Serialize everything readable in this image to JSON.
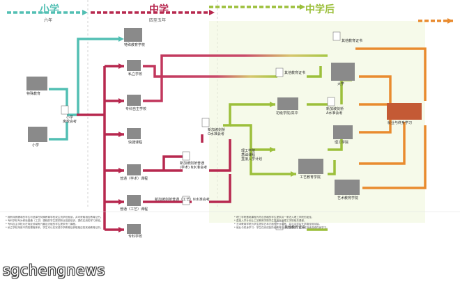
{
  "headers": {
    "primary": {
      "title": "小学",
      "sub": "六年"
    },
    "secondary": {
      "title": "中学",
      "sub": "四至五年"
    },
    "post": {
      "title": "中学后"
    }
  },
  "nodes": {
    "special_ed": "特殊教育",
    "primary_school": "小学",
    "psle": "小学\n离校会考",
    "special_ed_school": "特殊教育学校",
    "private_school": "私立学校",
    "specialized_indep": "专科自主学校",
    "express": "快捷课程",
    "normal_academic": "普通（学术）课程",
    "normal_technical": "普通（工艺）课程",
    "specialized": "专科学校",
    "o_level": "新加坡剑桥\nO水准会考",
    "n_academic": "新加坡剑桥普通\n(学术) N水准会考",
    "n_technical": "新加坡剑桥普通（工艺）N水准会考",
    "junior_college": "初级学院/高中",
    "a_level": "新加坡剑桥\nA水准会考",
    "university": "大学",
    "other_cert_top": "其他教育证书",
    "other_cert_mid": "其他教育证书",
    "other_cert_bottom": "其他教育证书",
    "polytechnic": "理工学院",
    "poly_foundation": "理工学院\n基础课程",
    "direct_entry": "直接入学计划",
    "ite": "工艺教育学院",
    "arts": "艺术教育学院",
    "lifelong": "就业与终身学习"
  },
  "notes": {
    "left": [
      "* 拥有特殊需求的学生可选择在特殊教育学校或主流学校就读，并可获取相应教育证书。",
      "* 专科学校专为修读普通（工艺）课程的学生提供职业技能培训，提供实用的学习体验。",
      "* 专科自主学校为在特定领域有兴趣及天赋的学生提供专门课程。",
      "* 私立学校采用不同的课程体系，学生可以在完成中学教育后获取相应的其他教育证书。"
    ],
    "right": [
      "* 理工学院基础课程为符合资格的学生提供另一条进入理工学院的途径。",
      "* 直接入学计划让工艺教育学院学生直接升读理工学院相关课程。",
      "* 艺术教育学院为学生提供艺术方面的专业培养，并与中学后升学路径相衔接。",
      "* 就业与终身学习：学生在完成各阶段教育后可选择就业，并通过持续进修终身学习。"
    ]
  },
  "watermark": {
    "text": "sgchengnews"
  },
  "colors": {
    "primary_teal": "#52bfb3",
    "secondary_red": "#b7284f",
    "post_green": "#9cbf3b",
    "lifelong_orange": "#e98b2f"
  }
}
